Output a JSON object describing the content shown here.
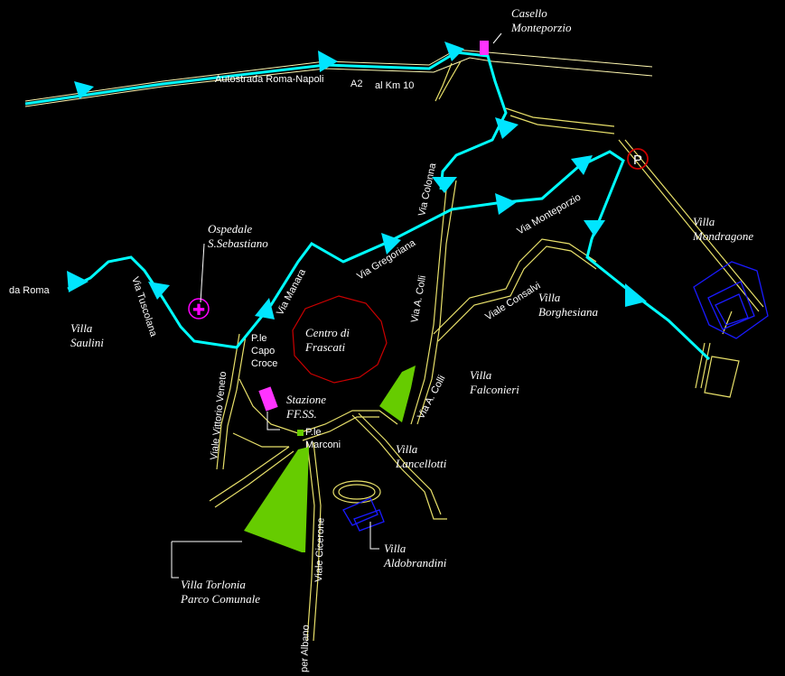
{
  "map": {
    "places": {
      "casello": [
        "Casello",
        "Monteporzio"
      ],
      "ospedale": [
        "Ospedale",
        "S.Sebastiano"
      ],
      "centro": [
        "Centro di",
        "Frascati"
      ],
      "saulini": [
        "Villa",
        "Saulini"
      ],
      "mondragone": [
        "Villa",
        "Mondragone"
      ],
      "borghesiana": [
        "Villa",
        "Borghesiana"
      ],
      "falconieri": [
        "Villa",
        "Falconieri"
      ],
      "lancellotti": [
        "Villa",
        "Lancellotti"
      ],
      "aldobrandini": [
        "Villa",
        "Aldobrandini"
      ],
      "torlonia": [
        "Villa Torlonia",
        "Parco Comunale"
      ],
      "stazione": [
        "Stazione",
        "FF.SS."
      ]
    },
    "roads": {
      "autostrada": "Autostrada Roma-Napoli",
      "a2": "A2",
      "km": "al Km 10",
      "da_roma": "da Roma",
      "tuscolana": "Via Tuscolana",
      "manara": "Via Manara",
      "gregoriana": "Via Gregoriana",
      "colonna": "Via Colonna",
      "monteporzio": "Via Monteporzio",
      "consalvi": "Viale Consalvi",
      "a_colli_1": "Via A. Colli",
      "a_colli_2": "Via A. Colli",
      "vittorio_veneto": "Viale Vittorio Veneto",
      "cicerone": "Viale Cicerone",
      "per_albano": "per Albano",
      "capo_croce": [
        "P.le",
        "Capo",
        "Croce"
      ],
      "marconi": [
        "P.le",
        "Marconi"
      ]
    },
    "symbols": {
      "parking": "P",
      "hospital": "✚"
    },
    "colors": {
      "background": "#000000",
      "route": "#00ffff",
      "road": "#e8e06a",
      "park": "#66cc00",
      "hospital": "#ff00ff",
      "centre_outline": "#cc0000",
      "buildings": "#1a1aff"
    }
  }
}
